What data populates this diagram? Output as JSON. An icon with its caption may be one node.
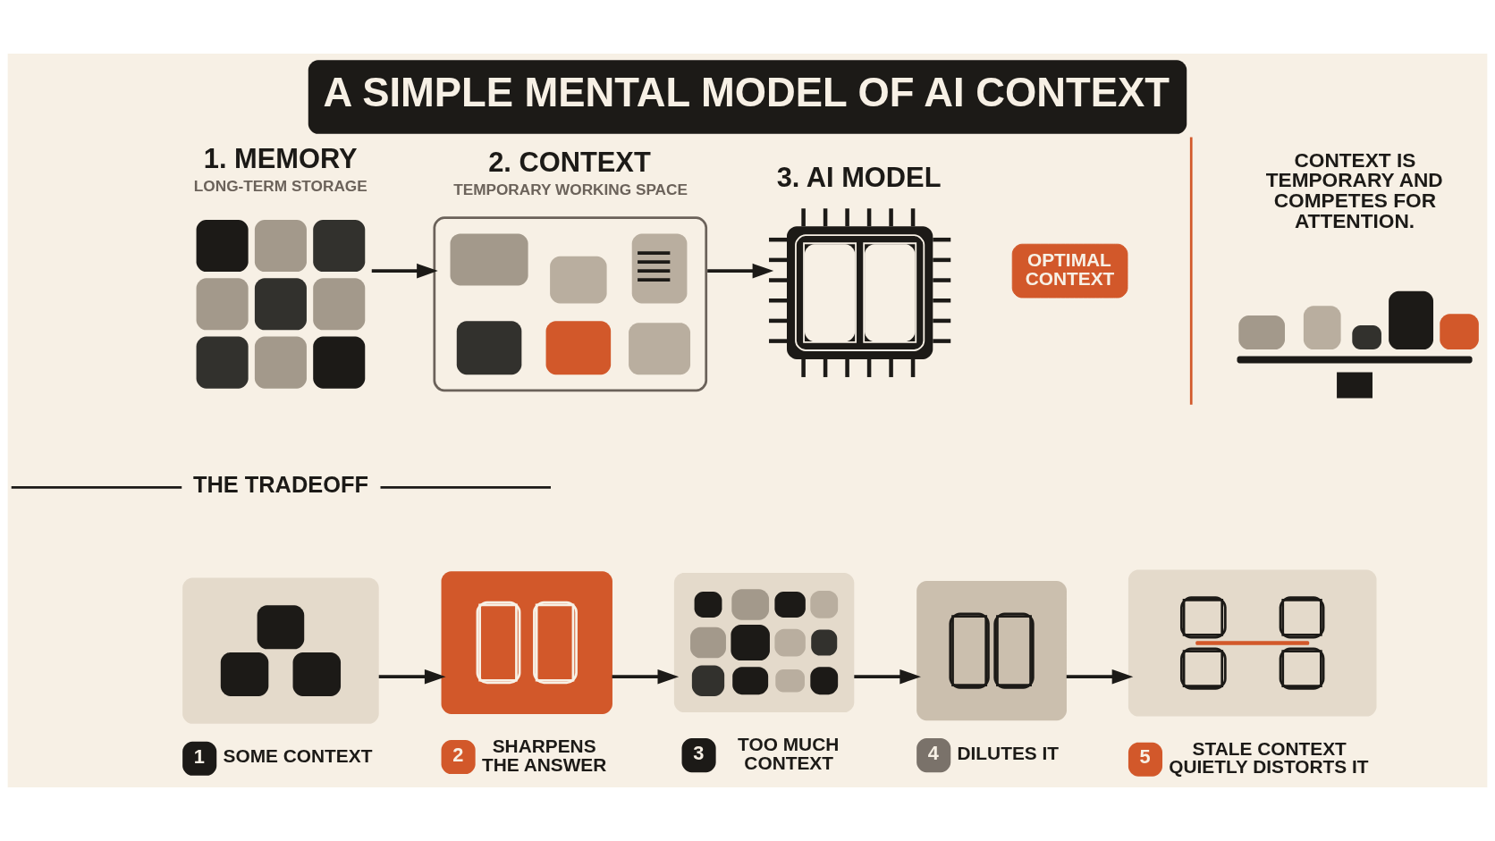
{
  "diagram": {
    "title": "A SIMPLE MENTAL MODEL OF AI CONTEXT",
    "nodes": [
      {
        "text": [
          "1. MEMORY",
          "LONG-TERM STORAGE"
        ]
      },
      {
        "text": [
          "2. CONTEXT",
          "TEMPORARY WORKING SPACE"
        ]
      },
      {
        "text": [
          "3. AI MODEL"
        ]
      },
      {
        "text": [
          "OPTIMAL CONTEXT"
        ]
      },
      {
        "text": [
          "1",
          "SOME CONTEXT"
        ]
      },
      {
        "text": [
          "2",
          "SHARPENS THE ANSWER"
        ]
      },
      {
        "text": [
          "3",
          "TOO MUCH CONTEXT"
        ]
      },
      {
        "text": [
          "4",
          "DILUTES IT"
        ]
      },
      {
        "text": [
          "5",
          "STALE CONTEXT QUIETLY DISTORTS IT"
        ]
      }
    ],
    "edges": [
      {
        "from": 0,
        "to": 1,
        "arrow": "to"
      },
      {
        "from": 1,
        "to": 2,
        "arrow": "to"
      },
      {
        "from": 4,
        "to": 5,
        "arrow": "to"
      },
      {
        "from": 5,
        "to": 6,
        "arrow": "to"
      },
      {
        "from": 6,
        "to": 7,
        "arrow": "to"
      },
      {
        "from": 7,
        "to": 8,
        "arrow": "to"
      }
    ],
    "labels": [
      "CONTEXT IS TEMPORARY AND COMPETES FOR ATTENTION.",
      "THE TRADEOFF"
    ]
  }
}
